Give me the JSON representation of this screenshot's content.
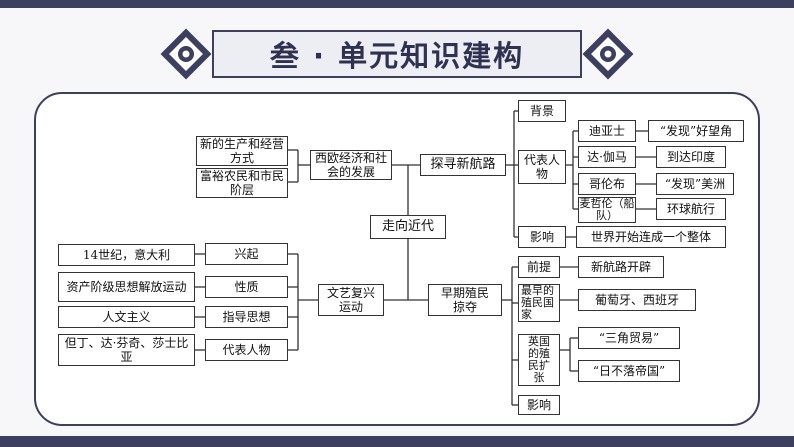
{
  "title": "叁 · 单元知识建构",
  "center": "走向近代",
  "upper": {
    "branch": "探寻新航路",
    "cause_node": "西欧经济和社会的发展",
    "causes": [
      "新的生产和经营方式",
      "富裕农民和市民阶层"
    ],
    "items": {
      "background": "背景",
      "figures": "代表人物",
      "impact": "影响",
      "impact_text": "世界开始连成一个整体"
    },
    "people": [
      {
        "name": "迪亚士",
        "deed": "“发现”好望角"
      },
      {
        "name": "达·伽马",
        "deed": "到达印度"
      },
      {
        "name": "哥伦布",
        "deed": "“发现”美洲"
      },
      {
        "name": "麦哲伦（船队）",
        "deed": "环球航行"
      }
    ]
  },
  "lower": {
    "branch": "早期殖民掠夺",
    "renaissance": "文艺复兴运动",
    "ren_items": [
      {
        "label": "兴起",
        "detail": "14世纪，意大利"
      },
      {
        "label": "性质",
        "detail": "资产阶级思想解放运动"
      },
      {
        "label": "指导思想",
        "detail": "人文主义"
      },
      {
        "label": "代表人物",
        "detail": "但丁、达·芬奇、莎士比亚"
      }
    ],
    "premise": "前提",
    "premise_text": "新航路开辟",
    "earliest": "最早的殖民国家",
    "earliest_text": "葡萄牙、西班牙",
    "britain": "英国的殖民扩张",
    "britain_items": [
      "“三角贸易”",
      "“日不落帝国”"
    ],
    "impact": "影响"
  }
}
